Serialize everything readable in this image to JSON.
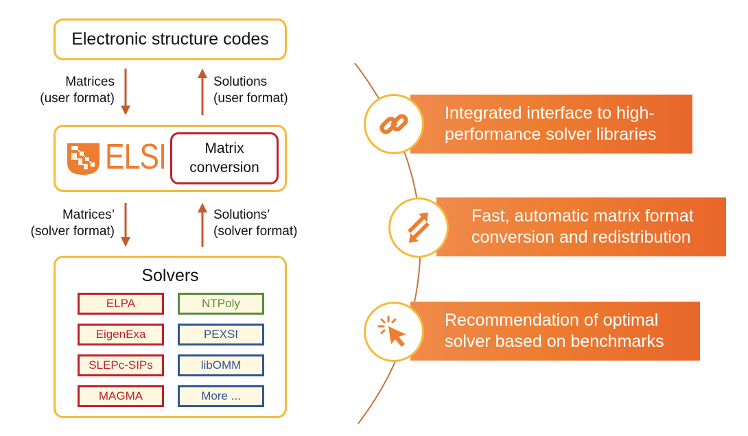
{
  "top_box": {
    "title": "Electronic structure codes"
  },
  "arrows": {
    "matrices_user": [
      "Matrices",
      "(user format)"
    ],
    "solutions_user": [
      "Solutions",
      "(user format)"
    ],
    "matrices_solver": [
      "Matrices’",
      "(solver format)"
    ],
    "solutions_solver": [
      "Solutions’",
      "(solver format)"
    ]
  },
  "elsi_box": {
    "logo_text": "ELSI",
    "conversion_label": [
      "Matrix",
      "conversion"
    ]
  },
  "solvers": {
    "title": "Solvers",
    "left_column": [
      "ELPA",
      "EigenExa",
      "SLEPc-SIPs",
      "MAGMA"
    ],
    "right_column": [
      "NTPoly",
      "PEXSI",
      "libOMM",
      "More ..."
    ]
  },
  "features": [
    {
      "icon": "link-icon",
      "lines": [
        "Integrated interface to high-",
        "performance solver libraries"
      ]
    },
    {
      "icon": "swap-arrows-icon",
      "lines": [
        "Fast, automatic matrix format",
        "conversion and redistribution"
      ]
    },
    {
      "icon": "cursor-click-icon",
      "lines": [
        "Recommendation of optimal",
        "solver based on benchmarks"
      ]
    }
  ],
  "colors": {
    "accent_orange": "#ed7d31",
    "box_border": "#f6b93b",
    "red": "#c0202a",
    "green": "#5a8a3a",
    "blue": "#2f5597",
    "arrow": "#c55a2b"
  }
}
